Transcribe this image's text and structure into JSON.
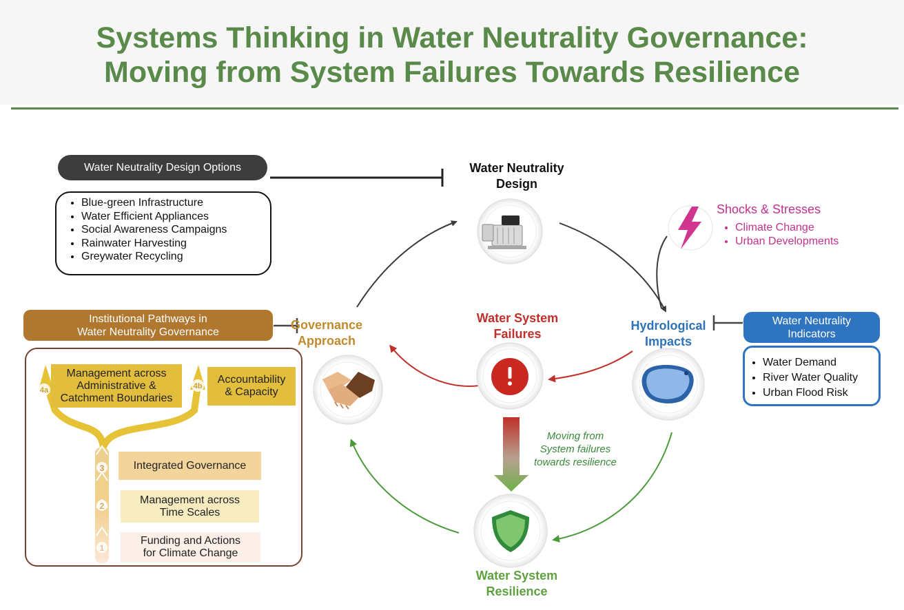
{
  "title": {
    "line1": "Systems Thinking in Water Neutrality Governance:",
    "line2": "Moving from System Failures Towards Resilience"
  },
  "design_options": {
    "header": "Water Neutrality Design Options",
    "items": [
      "Blue-green Infrastructure",
      "Water Efficient Appliances",
      "Social Awareness Campaigns",
      "Rainwater Harvesting",
      "Greywater Recycling"
    ]
  },
  "institutional": {
    "header_line1": "Institutional Pathways in",
    "header_line2": "Water Neutrality Governance",
    "box_4a": {
      "step": "4a",
      "line1": "Management across",
      "line2": "Administrative &",
      "line3": "Catchment Boundaries"
    },
    "box_4b": {
      "step": "4b",
      "line1": "Accountability",
      "line2": "& Capacity"
    },
    "box_3": {
      "step": "3",
      "line1": "Integrated Governance"
    },
    "box_2": {
      "step": "2",
      "line1": "Management across",
      "line2": "Time Scales"
    },
    "box_1": {
      "step": "1",
      "line1": "Funding and Actions",
      "line2": "for Climate Change"
    }
  },
  "nodes": {
    "design": {
      "line1": "Water Neutrality",
      "line2": "Design",
      "icon": "water-pump-icon"
    },
    "governance": {
      "line1": "Governance",
      "line2": "Approach",
      "icon": "handshake-icon"
    },
    "failures": {
      "line1": "Water System",
      "line2": "Failures",
      "icon": "alert-icon"
    },
    "hydrological": {
      "line1": "Hydrological",
      "line2": "Impacts",
      "icon": "water-body-icon"
    },
    "resilience": {
      "line1": "Water System",
      "line2": "Resilience",
      "icon": "shield-icon"
    }
  },
  "shocks": {
    "title": "Shocks & Stresses",
    "items": [
      "Climate Change",
      "Urban Developments"
    ],
    "icon": "lightning-icon"
  },
  "indicators": {
    "header_line1": "Water Neutrality",
    "header_line2": "Indicators",
    "items": [
      "Water Demand",
      "River Water Quality",
      "Urban Flood Risk"
    ]
  },
  "transition": {
    "line1": "Moving from",
    "line2": "System failures",
    "line3": "towards resilience"
  },
  "colors": {
    "title_green": "#5a8a4a",
    "failure_red": "#c0302a",
    "resilience_green": "#5fa040",
    "hydro_blue": "#2e74c0",
    "governance_brown": "#b0772f",
    "shock_magenta": "#c2318e"
  }
}
